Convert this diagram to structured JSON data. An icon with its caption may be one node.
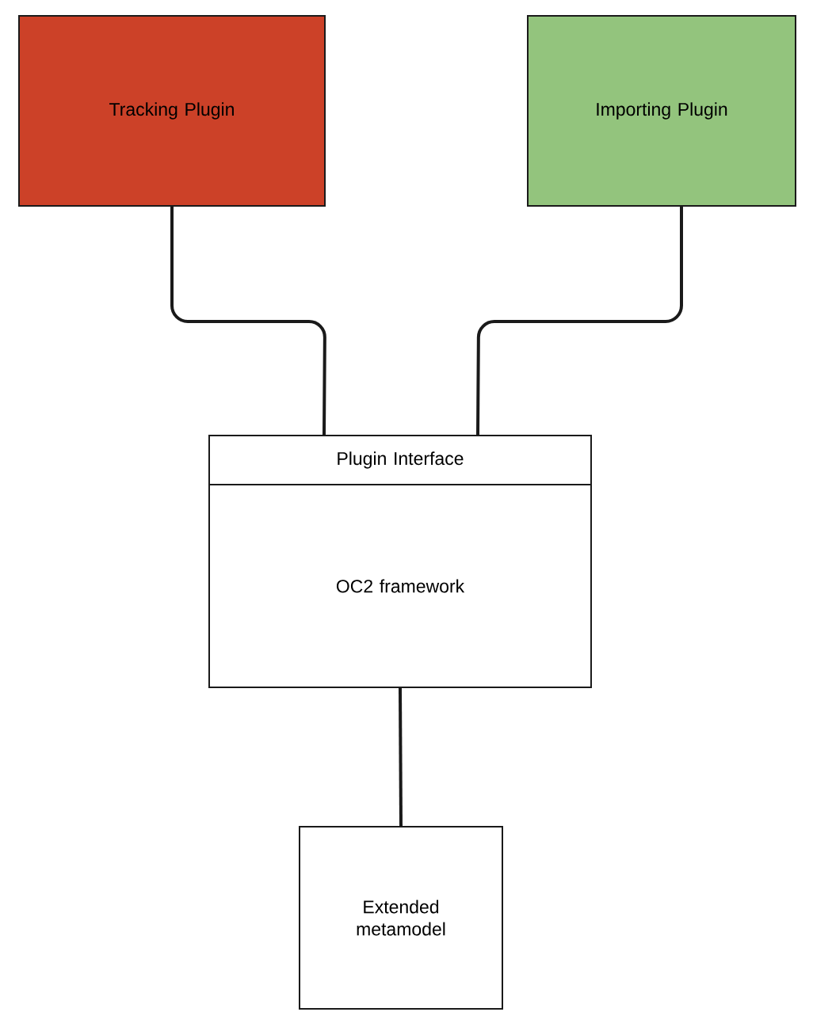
{
  "diagram": {
    "nodes": [
      {
        "text": [
          "Tracking Plugin"
        ]
      },
      {
        "text": [
          "Importing Plugin"
        ]
      },
      {
        "text": [
          "Plugin Interface"
        ]
      },
      {
        "text": [
          "OC2 framework"
        ]
      },
      {
        "text": [
          "Extended metamodel"
        ]
      }
    ],
    "edges": [
      {
        "from": 0,
        "to": 2,
        "arrow": "none"
      },
      {
        "from": 1,
        "to": 2,
        "arrow": "none"
      },
      {
        "from": 3,
        "to": 4,
        "arrow": "none"
      }
    ]
  }
}
